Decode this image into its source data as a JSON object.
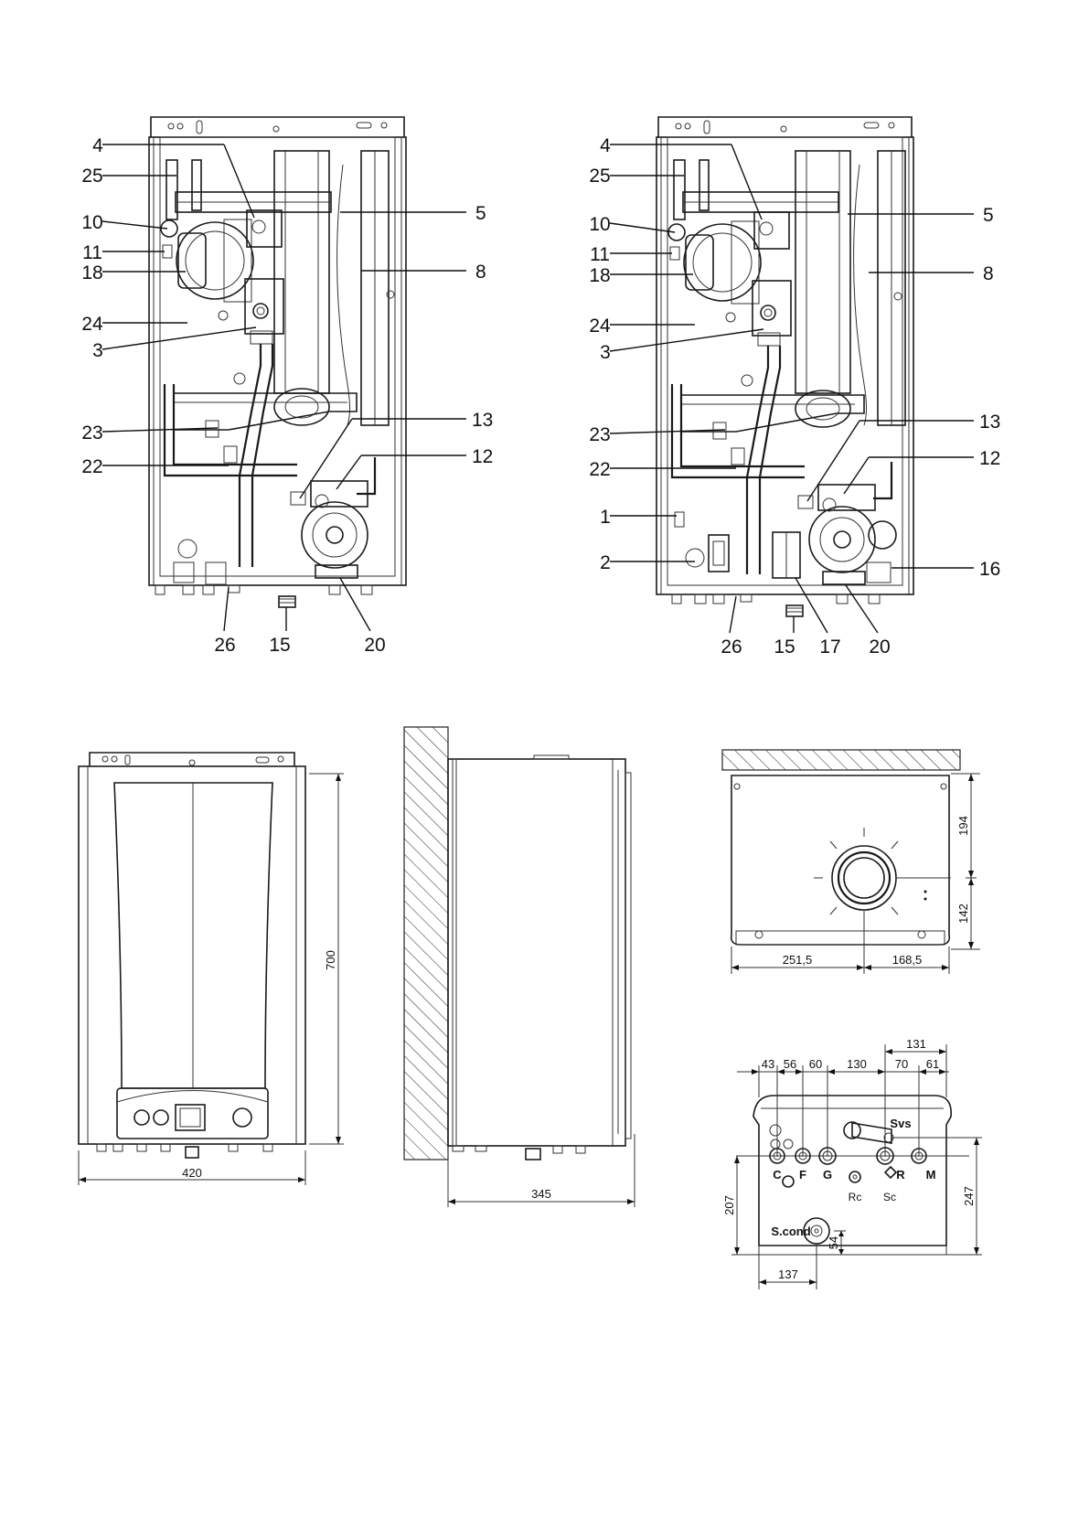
{
  "diagram_left": {
    "labels_left": [
      "4",
      "25",
      "10",
      "11",
      "18",
      "24",
      "3",
      "23",
      "22"
    ],
    "labels_right": [
      "5",
      "8",
      "13",
      "12"
    ],
    "labels_bottom": [
      "26",
      "15",
      "20"
    ]
  },
  "diagram_right": {
    "labels_left": [
      "4",
      "25",
      "10",
      "11",
      "18",
      "24",
      "3",
      "23",
      "22",
      "1",
      "2"
    ],
    "labels_right": [
      "5",
      "8",
      "13",
      "12",
      "16"
    ],
    "labels_bottom": [
      "26",
      "15",
      "17",
      "20"
    ]
  },
  "front_view": {
    "width": "420",
    "height": "700"
  },
  "side_view": {
    "depth": "345"
  },
  "top_view": {
    "d194": "194",
    "d142": "142",
    "d251": "251,5",
    "d168": "168,5"
  },
  "bottom_view": {
    "dims_top": [
      "43",
      "56",
      "60",
      "130",
      "70",
      "61"
    ],
    "d131": "131",
    "d207": "207",
    "d247": "247",
    "d54": "54",
    "d137": "137",
    "connections": [
      "C",
      "F",
      "G",
      "R",
      "M"
    ],
    "svs": "Svs",
    "rc": "Rc",
    "sc": "Sc",
    "scond": "S.cond"
  }
}
